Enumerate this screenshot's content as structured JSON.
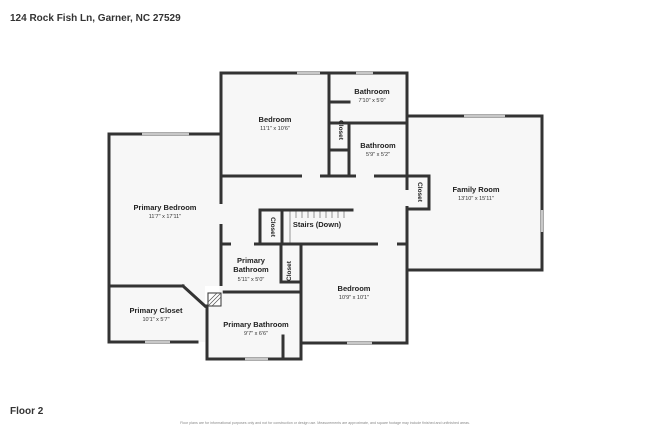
{
  "header": {
    "address": "124 Rock Fish Ln, Garner, NC 27529"
  },
  "footer": {
    "floor": "Floor 2",
    "disclaimer": "Floor plans are for informational purposes only and not for construction or design use. Measurements are approximate, and square footage may include finished and unfinished areas."
  },
  "rooms": {
    "bedroom_top": {
      "name": "Bedroom",
      "dims": "11'1\" x 10'6\""
    },
    "bathroom_top": {
      "name": "Bathroom",
      "dims": "7'10\" x 5'0\""
    },
    "bathroom_mid": {
      "name": "Bathroom",
      "dims": "5'9\" x 5'2\""
    },
    "family_room": {
      "name": "Family Room",
      "dims": "13'10\" x 15'11\""
    },
    "primary_bedroom": {
      "name": "Primary Bedroom",
      "dims": "11'7\" x 17'11\""
    },
    "stairs": {
      "name": "Stairs (Down)"
    },
    "primary_bath_small": {
      "name": "Primary Bathroom",
      "dims": "5'11\" x 5'0\""
    },
    "bedroom_bottom": {
      "name": "Bedroom",
      "dims": "10'9\" x 10'1\""
    },
    "primary_closet": {
      "name": "Primary Closet",
      "dims": "10'1\" x 5'7\""
    },
    "primary_bath_large": {
      "name": "Primary Bathroom",
      "dims": "9'7\" x 6'6\""
    }
  },
  "closets": {
    "top": "Closet",
    "family": "Closet",
    "hall": "Closet",
    "bedroom": "Closet"
  },
  "colors": {
    "wall": "#333333",
    "floor": "#f7f7f7",
    "window": "#cfcfcf"
  }
}
